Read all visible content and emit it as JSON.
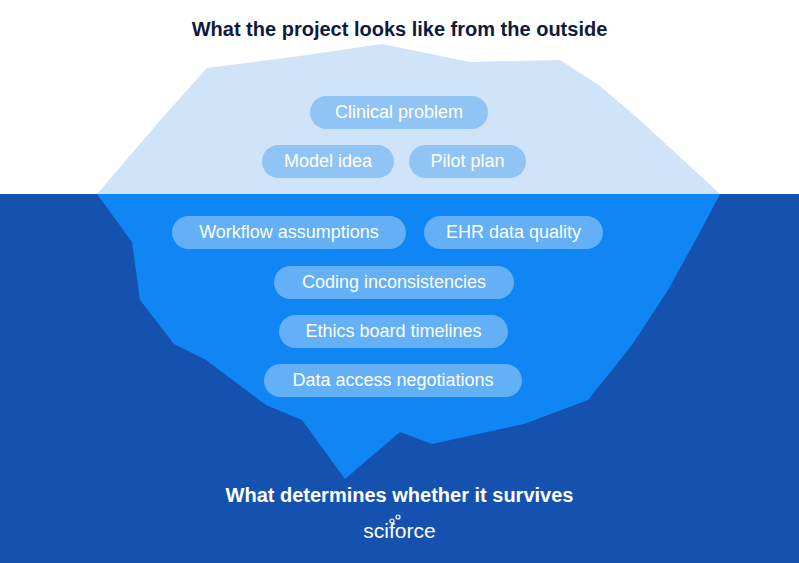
{
  "diagram": {
    "title": "What the project looks like from the outside",
    "caption": "What determines whether it survives",
    "nodes": [
      {
        "text": [
          "Clinical problem"
        ]
      },
      {
        "text": [
          "Model idea"
        ]
      },
      {
        "text": [
          "Pilot plan"
        ]
      },
      {
        "text": [
          "Workflow assumptions"
        ]
      },
      {
        "text": [
          "EHR data quality"
        ]
      },
      {
        "text": [
          "Coding inconsistencies"
        ]
      },
      {
        "text": [
          "Ethics board timelines"
        ]
      },
      {
        "text": [
          "Data access negotiations"
        ]
      }
    ],
    "labels": [
      "sciforce"
    ]
  }
}
